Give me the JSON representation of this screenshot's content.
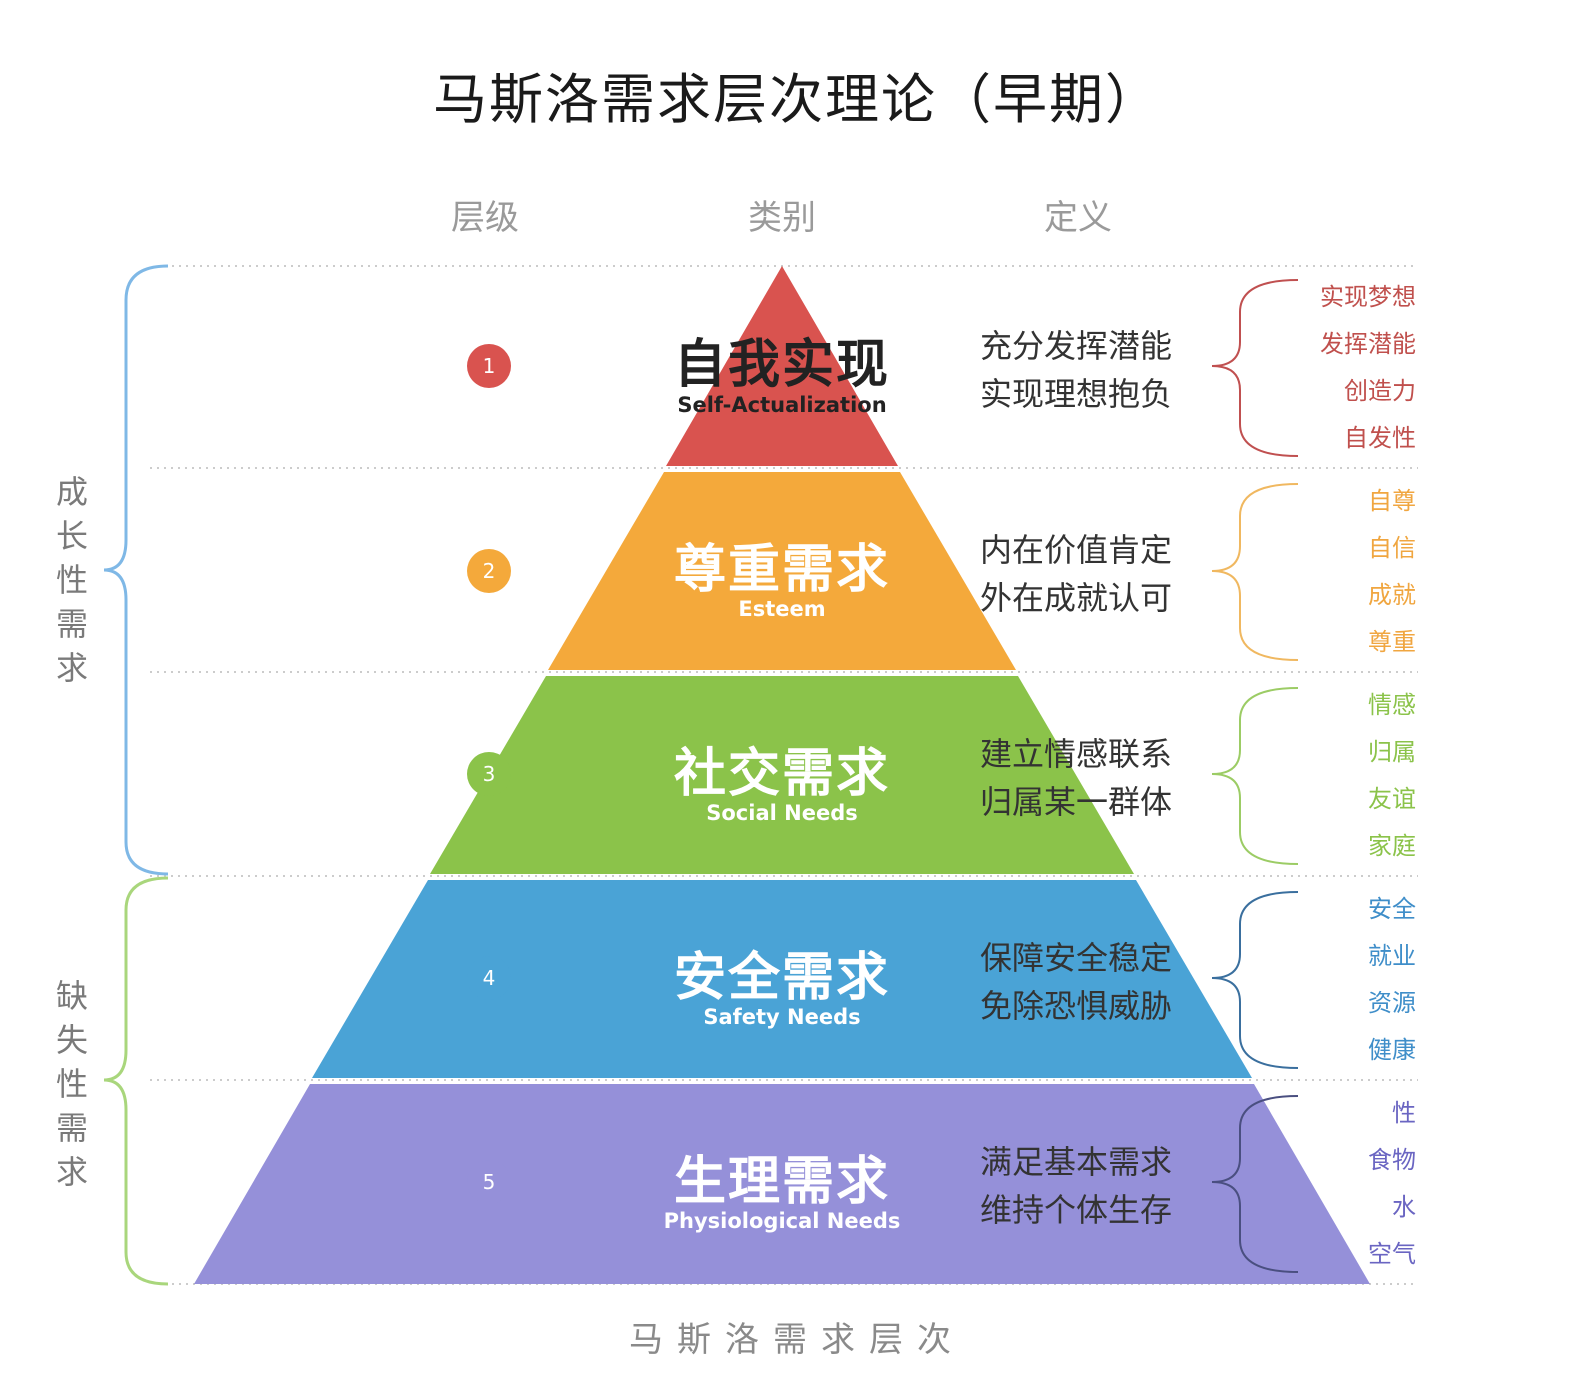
{
  "title": "马斯洛需求层次理论（早期）",
  "headers": {
    "level": "层级",
    "category": "类别",
    "definition": "定义"
  },
  "footer": "马斯洛需求层次",
  "groups": {
    "growth": "成长性需求",
    "deficiency": "缺失性需求"
  },
  "levels": [
    {
      "num": "1",
      "name": "自我实现",
      "en": "Self-Actualization",
      "color": "#d9534f",
      "definition": [
        "充分发挥潜能",
        "实现理想抱负"
      ],
      "keywords": [
        "实现梦想",
        "发挥潜能",
        "创造力",
        "自发性"
      ]
    },
    {
      "num": "2",
      "name": "尊重需求",
      "en": "Esteem",
      "color": "#f4a93b",
      "definition": [
        "内在价值肯定",
        "外在成就认可"
      ],
      "keywords": [
        "自尊",
        "自信",
        "成就",
        "尊重"
      ]
    },
    {
      "num": "3",
      "name": "社交需求",
      "en": "Social Needs",
      "color": "#8bc34a",
      "definition": [
        "建立情感联系",
        "归属某一群体"
      ],
      "keywords": [
        "情感",
        "归属",
        "友谊",
        "家庭"
      ]
    },
    {
      "num": "4",
      "name": "安全需求",
      "en": "Safety Needs",
      "color": "#4aa3d6",
      "definition": [
        "保障安全稳定",
        "免除恐惧威胁"
      ],
      "keywords": [
        "安全",
        "就业",
        "资源",
        "健康"
      ]
    },
    {
      "num": "5",
      "name": "生理需求",
      "en": "Physiological Needs",
      "color": "#9590d9",
      "definition": [
        "满足基本需求",
        "维持个体生存"
      ],
      "keywords": [
        "性",
        "食物",
        "水",
        "空气"
      ]
    }
  ],
  "colors": {
    "growth_brace": "#7fb8e6",
    "deficiency_brace": "#a9d67c"
  }
}
